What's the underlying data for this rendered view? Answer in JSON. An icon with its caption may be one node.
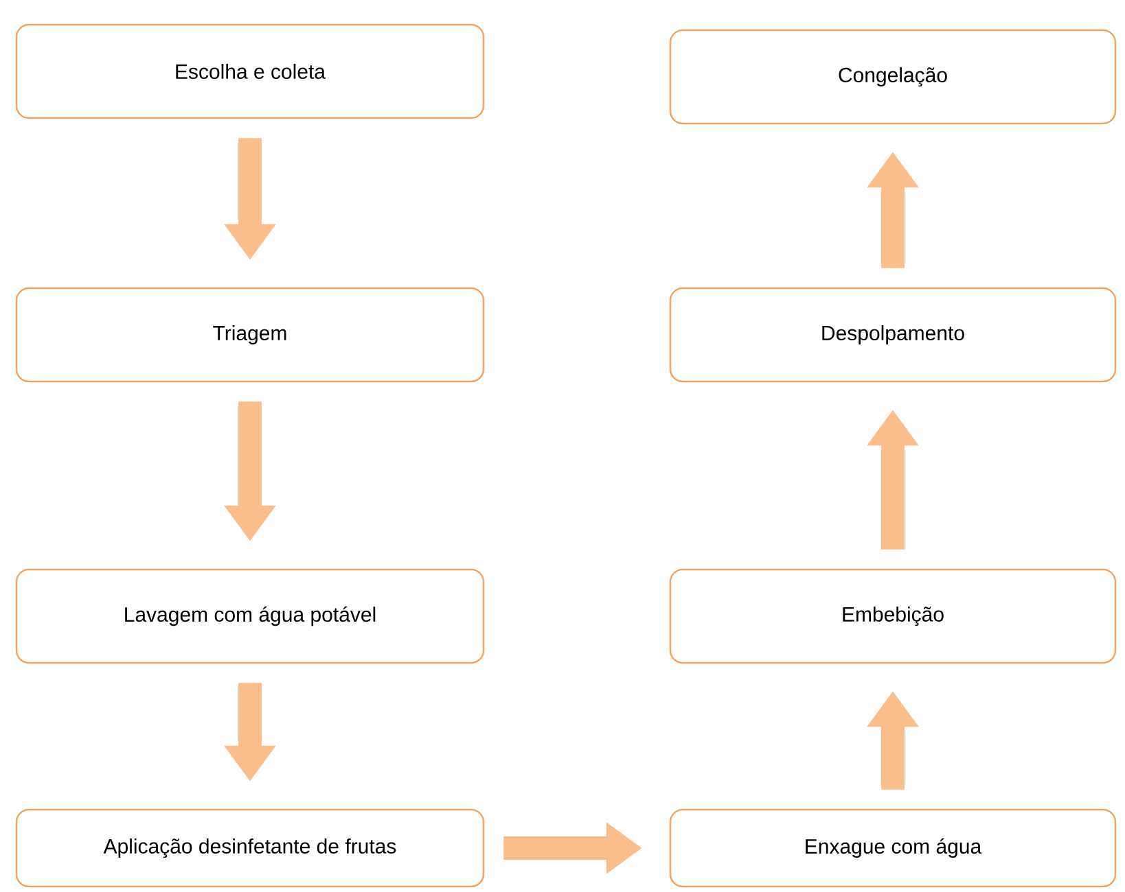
{
  "diagram": {
    "nodes": [
      {
        "text": [
          "Escolha e coleta"
        ]
      },
      {
        "text": [
          "Triagem"
        ]
      },
      {
        "text": [
          "Lavagem com água potável"
        ]
      },
      {
        "text": [
          "Aplicação desinfetante de frutas"
        ]
      },
      {
        "text": [
          "Enxague com água"
        ]
      },
      {
        "text": [
          "Embebição"
        ]
      },
      {
        "text": [
          "Despolpamento"
        ]
      },
      {
        "text": [
          "Congelação"
        ]
      }
    ],
    "edges": [
      {
        "from": 0,
        "to": 1,
        "arrow": "to"
      },
      {
        "from": 1,
        "to": 2,
        "arrow": "to"
      },
      {
        "from": 2,
        "to": 3,
        "arrow": "to"
      },
      {
        "from": 3,
        "to": 4,
        "arrow": "to"
      },
      {
        "from": 4,
        "to": 5,
        "arrow": "to"
      },
      {
        "from": 5,
        "to": 6,
        "arrow": "to"
      },
      {
        "from": 6,
        "to": 7,
        "arrow": "to"
      }
    ]
  }
}
